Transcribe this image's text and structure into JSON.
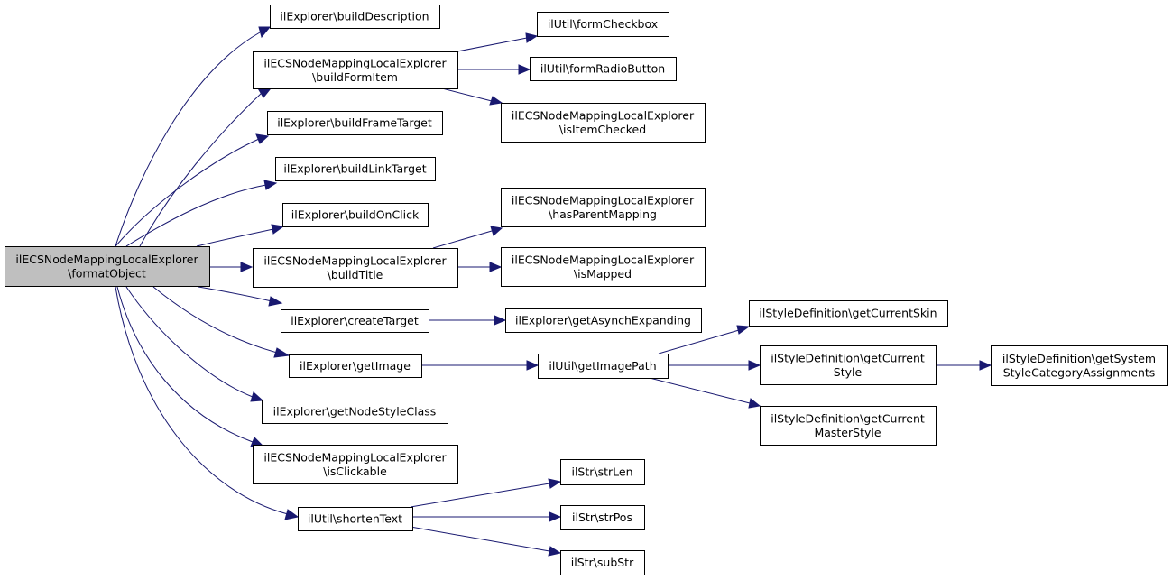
{
  "graph": {
    "colors": {
      "edge": "#191970",
      "node_border": "#000000",
      "node_fill": "#ffffff",
      "root_fill": "#bfbfbf"
    },
    "nodes": [
      {
        "id": "root",
        "lines": [
          "ilECSNodeMappingLocalExplorer",
          "\\formatObject"
        ],
        "root": true
      },
      {
        "id": "n_buildDescription",
        "lines": [
          "ilExplorer\\buildDescription"
        ]
      },
      {
        "id": "n_buildFormItem",
        "lines": [
          "ilECSNodeMappingLocalExplorer",
          "\\buildFormItem"
        ]
      },
      {
        "id": "n_buildFrameTarget",
        "lines": [
          "ilExplorer\\buildFrameTarget"
        ]
      },
      {
        "id": "n_buildLinkTarget",
        "lines": [
          "ilExplorer\\buildLinkTarget"
        ]
      },
      {
        "id": "n_buildOnClick",
        "lines": [
          "ilExplorer\\buildOnClick"
        ]
      },
      {
        "id": "n_buildTitle",
        "lines": [
          "ilECSNodeMappingLocalExplorer",
          "\\buildTitle"
        ]
      },
      {
        "id": "n_createTarget",
        "lines": [
          "ilExplorer\\createTarget"
        ]
      },
      {
        "id": "n_getImage",
        "lines": [
          "ilExplorer\\getImage"
        ]
      },
      {
        "id": "n_getNodeStyleClass",
        "lines": [
          "ilExplorer\\getNodeStyleClass"
        ]
      },
      {
        "id": "n_isClickable",
        "lines": [
          "ilECSNodeMappingLocalExplorer",
          "\\isClickable"
        ]
      },
      {
        "id": "n_shortenText",
        "lines": [
          "ilUtil\\shortenText"
        ]
      },
      {
        "id": "n_formCheckbox",
        "lines": [
          "ilUtil\\formCheckbox"
        ]
      },
      {
        "id": "n_formRadioButton",
        "lines": [
          "ilUtil\\formRadioButton"
        ]
      },
      {
        "id": "n_isItemChecked",
        "lines": [
          "ilECSNodeMappingLocalExplorer",
          "\\isItemChecked"
        ]
      },
      {
        "id": "n_hasParentMapping",
        "lines": [
          "ilECSNodeMappingLocalExplorer",
          "\\hasParentMapping"
        ]
      },
      {
        "id": "n_isMapped",
        "lines": [
          "ilECSNodeMappingLocalExplorer",
          "\\isMapped"
        ]
      },
      {
        "id": "n_getAsynchExpanding",
        "lines": [
          "ilExplorer\\getAsynchExpanding"
        ]
      },
      {
        "id": "n_getImagePath",
        "lines": [
          "ilUtil\\getImagePath"
        ]
      },
      {
        "id": "n_getCurrentSkin",
        "lines": [
          "ilStyleDefinition\\getCurrentSkin"
        ]
      },
      {
        "id": "n_getCurrentStyle",
        "lines": [
          "ilStyleDefinition\\getCurrent",
          "Style"
        ]
      },
      {
        "id": "n_getCurrentMasterStyle",
        "lines": [
          "ilStyleDefinition\\getCurrent",
          "MasterStyle"
        ]
      },
      {
        "id": "n_getSystemStyleCategory",
        "lines": [
          "ilStyleDefinition\\getSystem",
          "StyleCategoryAssignments"
        ]
      },
      {
        "id": "n_strLen",
        "lines": [
          "ilStr\\strLen"
        ]
      },
      {
        "id": "n_strPos",
        "lines": [
          "ilStr\\strPos"
        ]
      },
      {
        "id": "n_subStr",
        "lines": [
          "ilStr\\subStr"
        ]
      }
    ],
    "edges": [
      {
        "from": "root",
        "to": "n_buildDescription"
      },
      {
        "from": "root",
        "to": "n_buildFormItem"
      },
      {
        "from": "root",
        "to": "n_buildFrameTarget"
      },
      {
        "from": "root",
        "to": "n_buildLinkTarget"
      },
      {
        "from": "root",
        "to": "n_buildOnClick"
      },
      {
        "from": "root",
        "to": "n_buildTitle"
      },
      {
        "from": "root",
        "to": "n_createTarget"
      },
      {
        "from": "root",
        "to": "n_getImage"
      },
      {
        "from": "root",
        "to": "n_getNodeStyleClass"
      },
      {
        "from": "root",
        "to": "n_isClickable"
      },
      {
        "from": "root",
        "to": "n_shortenText"
      },
      {
        "from": "n_buildFormItem",
        "to": "n_formCheckbox"
      },
      {
        "from": "n_buildFormItem",
        "to": "n_formRadioButton"
      },
      {
        "from": "n_buildFormItem",
        "to": "n_isItemChecked"
      },
      {
        "from": "n_buildTitle",
        "to": "n_hasParentMapping"
      },
      {
        "from": "n_buildTitle",
        "to": "n_isMapped"
      },
      {
        "from": "n_createTarget",
        "to": "n_getAsynchExpanding"
      },
      {
        "from": "n_getImage",
        "to": "n_getImagePath"
      },
      {
        "from": "n_getImagePath",
        "to": "n_getCurrentSkin"
      },
      {
        "from": "n_getImagePath",
        "to": "n_getCurrentStyle"
      },
      {
        "from": "n_getImagePath",
        "to": "n_getCurrentMasterStyle"
      },
      {
        "from": "n_getCurrentStyle",
        "to": "n_getSystemStyleCategory"
      },
      {
        "from": "n_shortenText",
        "to": "n_strLen"
      },
      {
        "from": "n_shortenText",
        "to": "n_strPos"
      },
      {
        "from": "n_shortenText",
        "to": "n_subStr"
      }
    ]
  }
}
